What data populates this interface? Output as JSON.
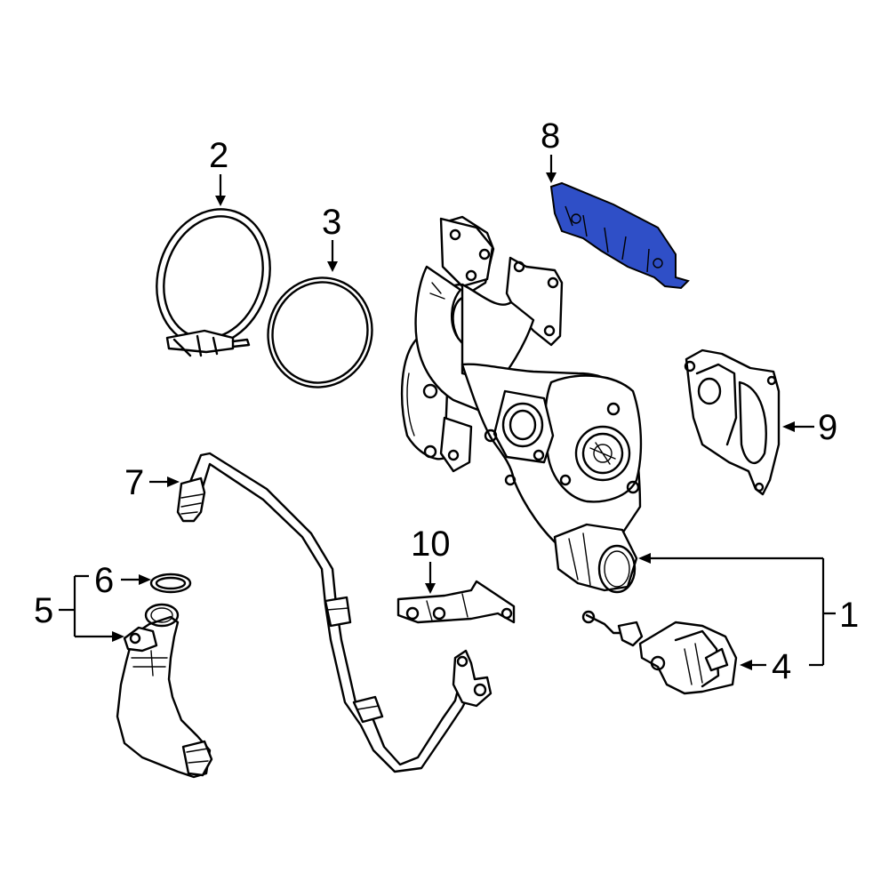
{
  "diagram": {
    "highlight_color": "#2f4fc7",
    "callouts": [
      {
        "id": "1",
        "label": "1"
      },
      {
        "id": "2",
        "label": "2"
      },
      {
        "id": "3",
        "label": "3"
      },
      {
        "id": "4",
        "label": "4"
      },
      {
        "id": "5",
        "label": "5"
      },
      {
        "id": "6",
        "label": "6"
      },
      {
        "id": "7",
        "label": "7"
      },
      {
        "id": "8",
        "label": "8"
      },
      {
        "id": "9",
        "label": "9"
      },
      {
        "id": "10",
        "label": "10"
      }
    ]
  }
}
